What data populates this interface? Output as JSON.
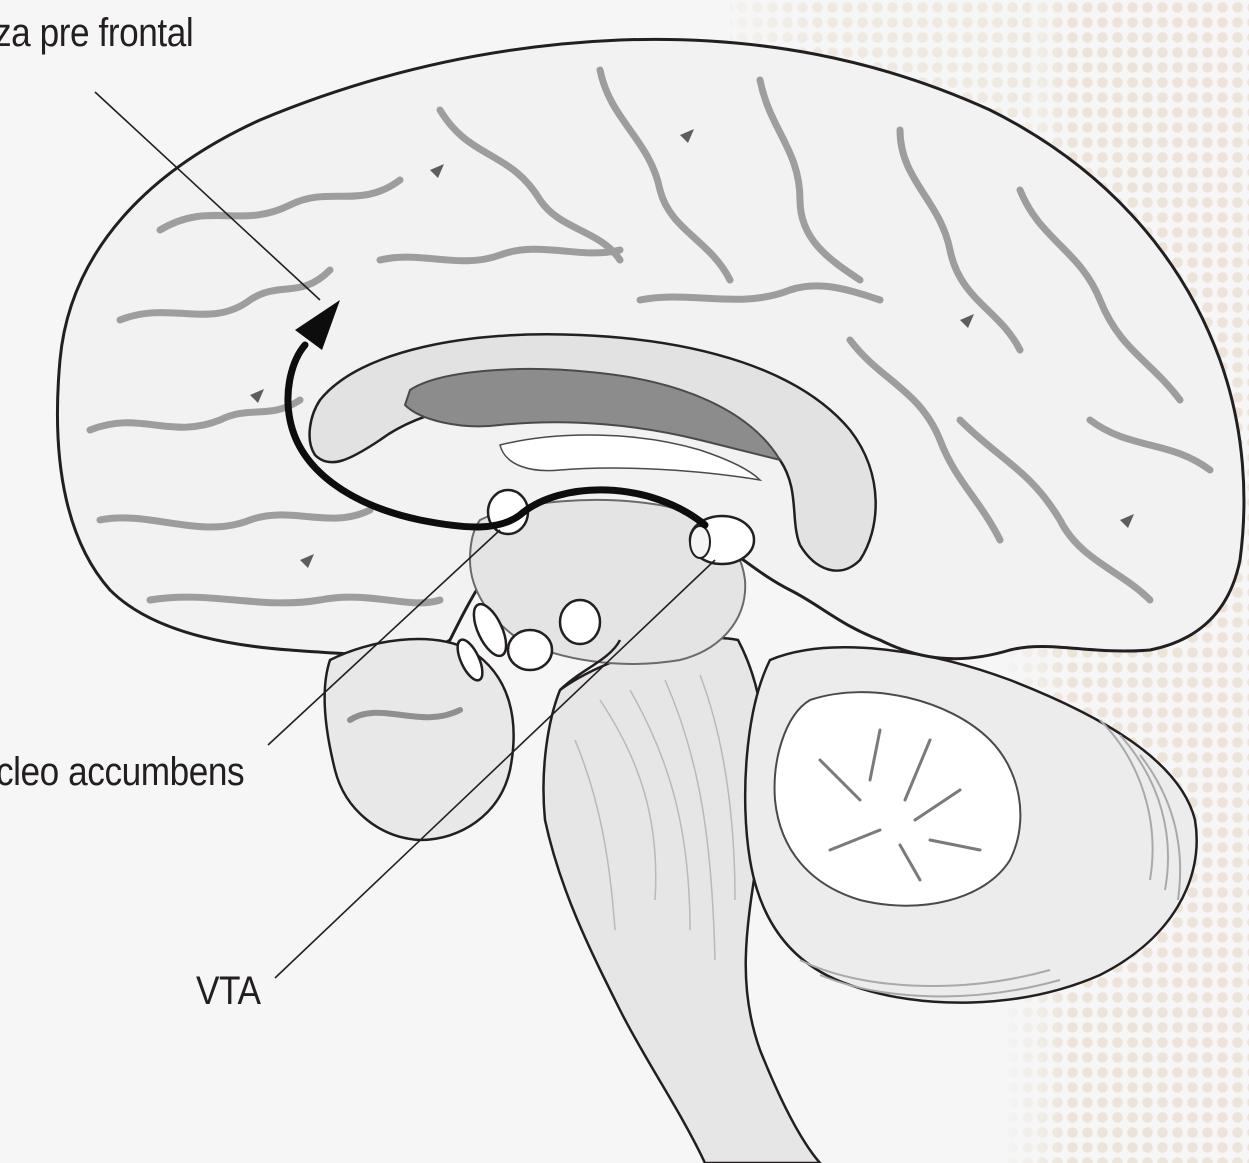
{
  "diagram": {
    "labels": {
      "prefrontal": "za pre frontal",
      "accumbens": "cleo accumbens",
      "vta": "VTA"
    },
    "colors": {
      "outline": "#231f20",
      "gyri": "#f1f1f1",
      "sulci": "#9a9a9a",
      "deep_structures": "#dcdcdc",
      "ventricle": "#8c8c8c",
      "pathway": "#0d0d0d",
      "background_dots": "#ece3d8"
    }
  }
}
